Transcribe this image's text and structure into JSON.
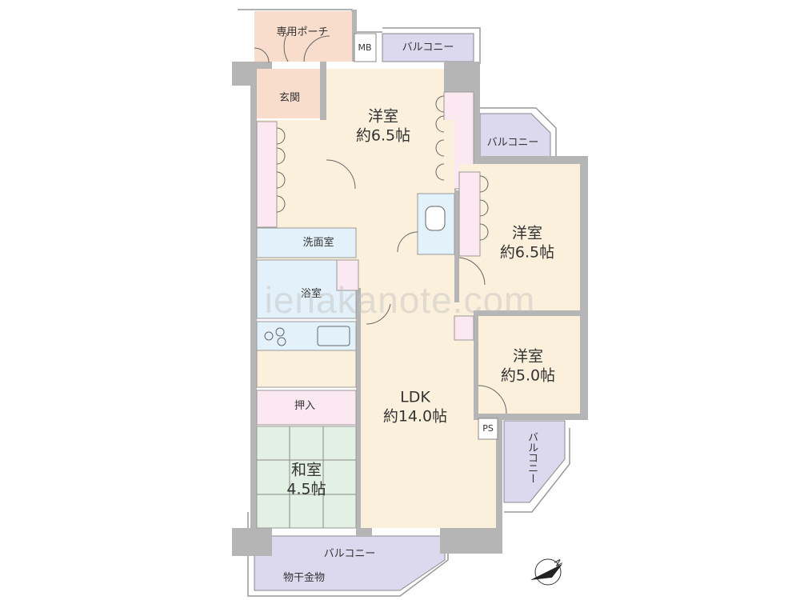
{
  "rooms": {
    "porch": "専用ポーチ",
    "mb": "MB",
    "balcony_top": "バルコニー",
    "genkan": "玄関",
    "western1": {
      "name": "洋室",
      "size": "約6.5帖"
    },
    "balcony_mid": "バルコニー",
    "western2": {
      "name": "洋室",
      "size": "約6.5帖"
    },
    "washroom": "洗面室",
    "bathroom": "浴室",
    "western3": {
      "name": "洋室",
      "size": "約5.0帖"
    },
    "oshiire": "押入",
    "ldk": {
      "name": "LDK",
      "size": "約14.0帖"
    },
    "ps": "PS",
    "balcony_right": "バルコニー",
    "washitsu": {
      "name": "和室",
      "size": "4.5帖"
    },
    "balcony_bottom": "バルコニー",
    "drying_rack": "物干金物"
  },
  "compass": "N",
  "watermark": "ienakanote.com",
  "colors": {
    "wall": "#b5b5b5",
    "entry": "#f9ddcc",
    "room": "#fbf0dc",
    "closet": "#fbe8f0",
    "wet": "#e3f2fa",
    "tatami": "#e3f1e4",
    "balcony": "#dcd9ef"
  }
}
